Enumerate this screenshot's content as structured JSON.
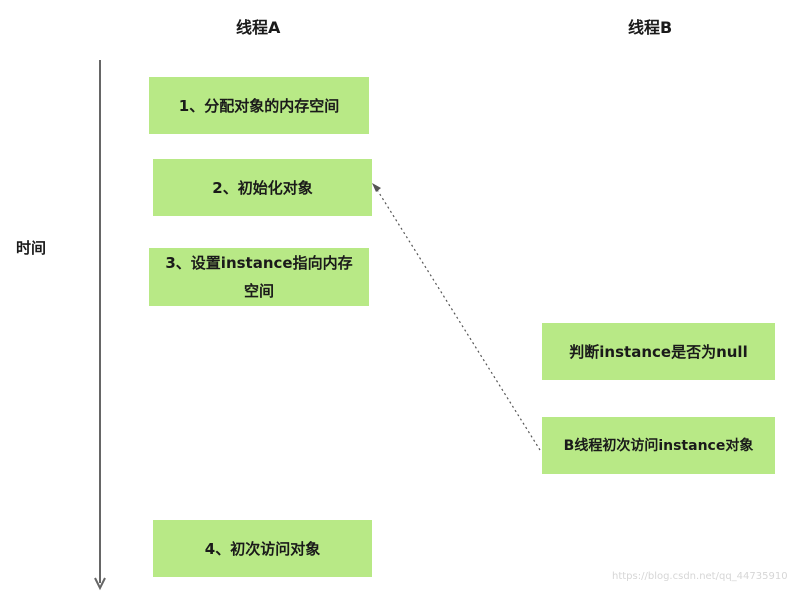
{
  "headers": {
    "thread_a": "线程A",
    "thread_b": "线程B"
  },
  "time_label": "时间",
  "thread_a_steps": [
    "1、分配对象的内存空间",
    "2、初始化对象",
    "3、设置instance指向内存空间",
    "4、初次访问对象"
  ],
  "thread_b_steps": [
    "判断instance是否为null",
    "B线程初次访问instance对象"
  ],
  "watermark": "https://blog.csdn.net/qq_44735910",
  "colors": {
    "box_fill": "#b8e986",
    "arrow": "#666666",
    "text": "#1a1a1a"
  }
}
